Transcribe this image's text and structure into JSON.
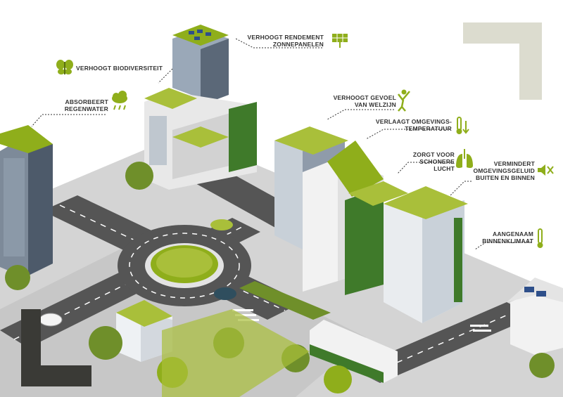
{
  "labels": {
    "solar": "VERHOOGT RENDEMENT\nZONNEPANELEN",
    "biodiversity": "VERHOOGT BIODIVERSITEIT",
    "rainwater": "ABSORBEERT\nREGENWATER",
    "wellbeing": "VERHOOGT GEVOEL\nVAN WELZIJN",
    "temperature": "VERLAAGT OMGEVINGS-\nTEMPERATUUR",
    "cleaner_air": "ZORGT VOOR\nSCHONERE LUCHT",
    "noise": "VERMINDERT\nOMGEVINGSGELUID\nBUITEN EN BINNEN",
    "indoor_climate": "AANGENAAM\nBINNENKLIMAAT"
  },
  "icons": [
    "solar-panel-icon",
    "butterfly-icon",
    "rain-cloud-icon",
    "happy-person-icon",
    "thermometer-down-icon",
    "lungs-icon",
    "speaker-mute-icon",
    "thermometer-icon"
  ],
  "colors": {
    "accent_green": "#8fae1b",
    "roof_green": "#a9bf3a",
    "dark_green": "#3f7a2a",
    "road": "#555555",
    "pavement": "#cfcfcf",
    "corner_mark_light": "#dcdccf",
    "corner_mark_dark": "#3a3a36"
  }
}
